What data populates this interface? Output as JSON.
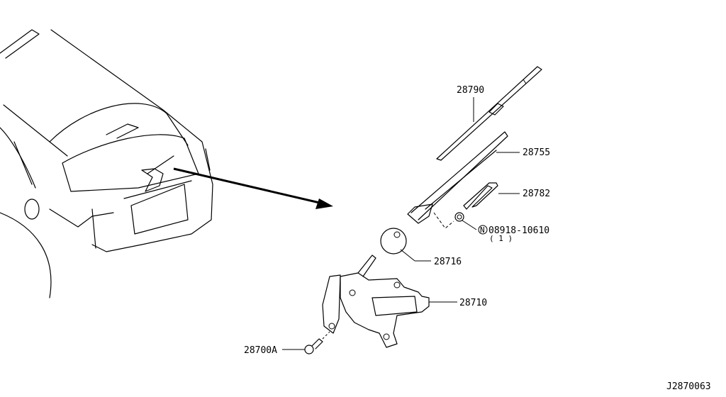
{
  "diagram": {
    "code": "J2870063",
    "parts": [
      {
        "number": "28790",
        "name": "wiper-blade"
      },
      {
        "number": "28755",
        "name": "wiper-arm"
      },
      {
        "number": "28782",
        "name": "arm-cap"
      },
      {
        "number": "08918-10610",
        "qty": "( 1 )",
        "name": "nut",
        "prefix": "N"
      },
      {
        "number": "28716",
        "name": "pivot-cap"
      },
      {
        "number": "28710",
        "name": "wiper-motor"
      },
      {
        "number": "28700A",
        "name": "bolt"
      }
    ]
  }
}
